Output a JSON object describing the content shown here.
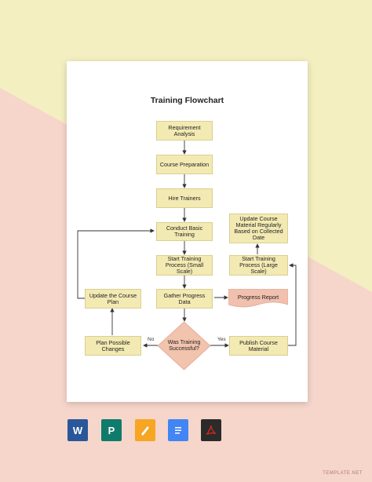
{
  "title": "Training Flowchart",
  "nodes": {
    "requirement_analysis": "Requirement Analysis",
    "course_preparation": "Course Preparation",
    "hire_trainers": "Hire Trainers",
    "conduct_basic_training": "Conduct Basic Training",
    "start_training_small": "Start Training Process (Small Scale)",
    "gather_progress_data": "Gather Progress Data",
    "was_training_successful": "Was Training Successful?",
    "update_course_plan": "Update the Course Plan",
    "plan_possible_changes": "Plan Possible Changes",
    "publish_course_material": "Publish Course Material",
    "progress_report": "Progress Report",
    "start_training_large": "Start Training Process (Large Scale)",
    "update_course_material": "Update Course Material Regularly Based on Collected Date"
  },
  "edge_labels": {
    "no": "No",
    "yes": "Yes"
  },
  "app_icons": [
    "word-icon",
    "publisher-icon",
    "pages-icon",
    "google-docs-icon",
    "pdf-icon"
  ],
  "watermark": "TEMPLATE.NET",
  "colors": {
    "box_fill": "#f3eab3",
    "decision_fill": "#f2c3ad",
    "report_fill": "#f1c0ae",
    "bg_yellow": "#f3efc0",
    "bg_pink": "#f6d6ca"
  }
}
